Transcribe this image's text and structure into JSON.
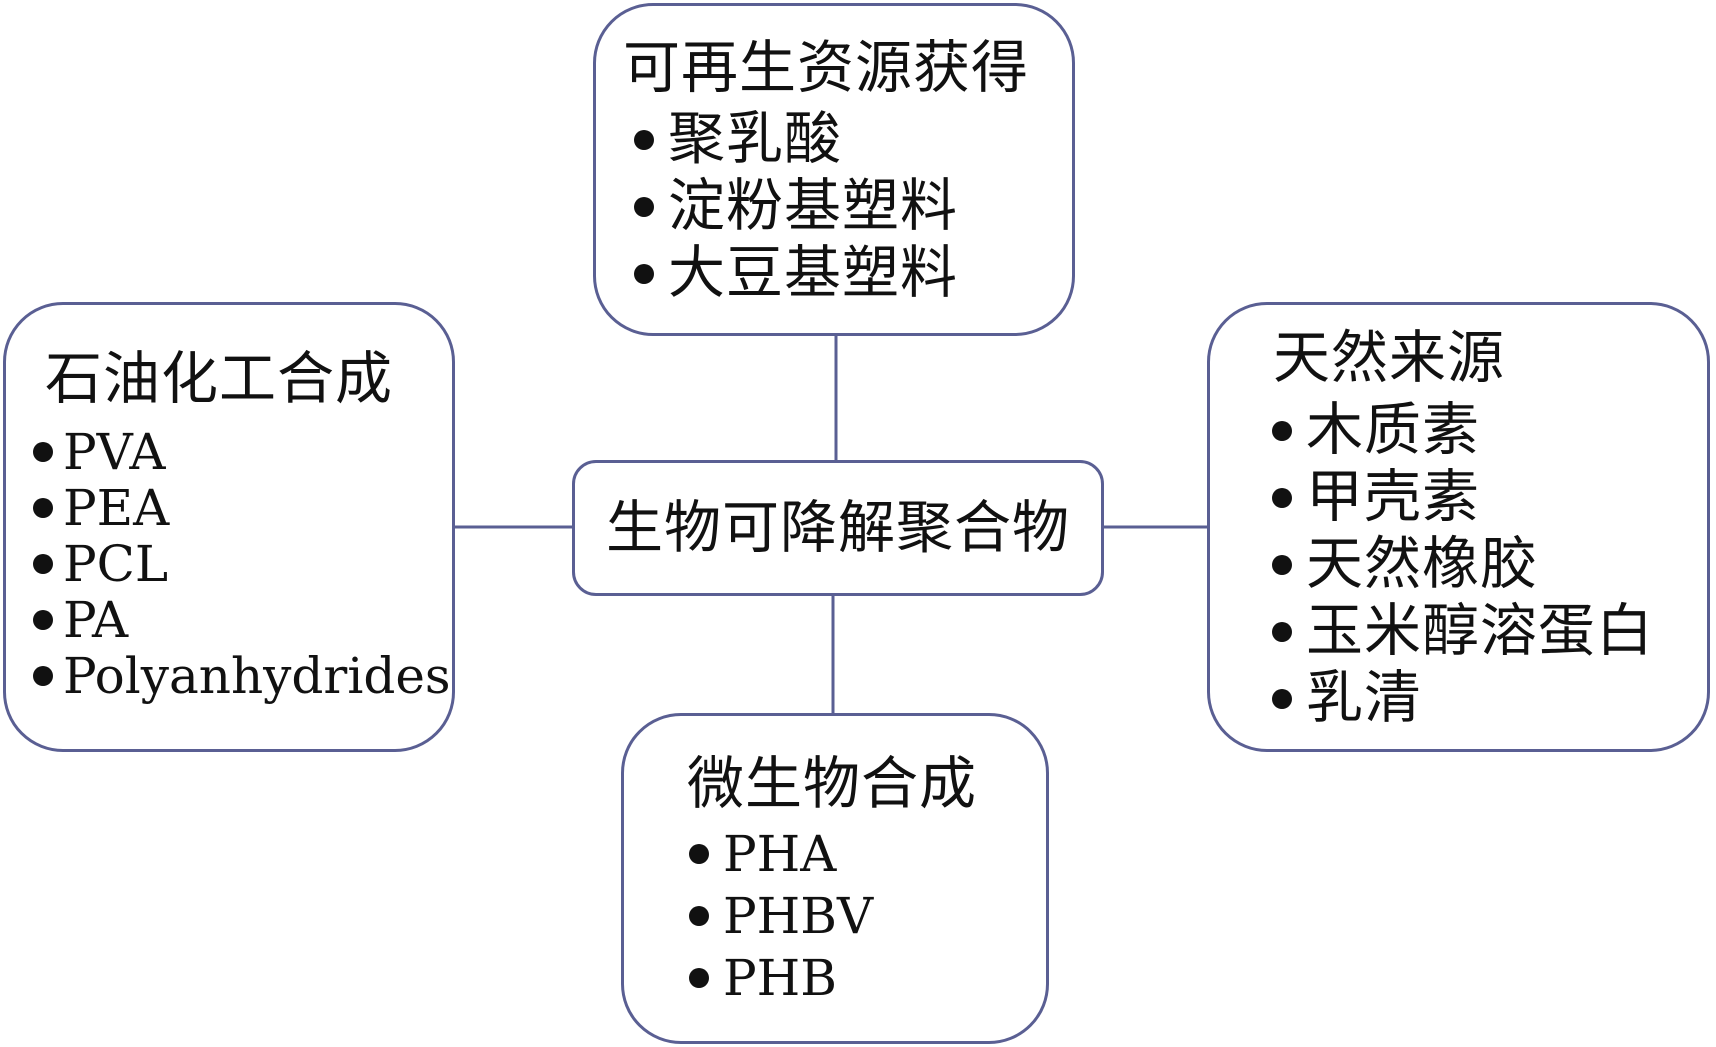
{
  "center": {
    "title": "生物可降解聚合物"
  },
  "groups": {
    "top": {
      "title": "可再生资源获得",
      "items": [
        "聚乳酸",
        "淀粉基塑料",
        "大豆基塑料"
      ]
    },
    "left": {
      "title": "石油化工合成",
      "items": [
        "PVA",
        "PEA",
        "PCL",
        "PA",
        "Polyanhydrides"
      ]
    },
    "right": {
      "title": "天然来源",
      "items": [
        "木质素",
        "甲壳素",
        "天然橡胶",
        "玉米醇溶蛋白",
        "乳清"
      ]
    },
    "bottom": {
      "title": "微生物合成",
      "items": [
        "PHA",
        "PHBV",
        "PHB"
      ]
    }
  },
  "colors": {
    "border": "#5a5f93",
    "text": "#111111",
    "background": "#ffffff"
  }
}
